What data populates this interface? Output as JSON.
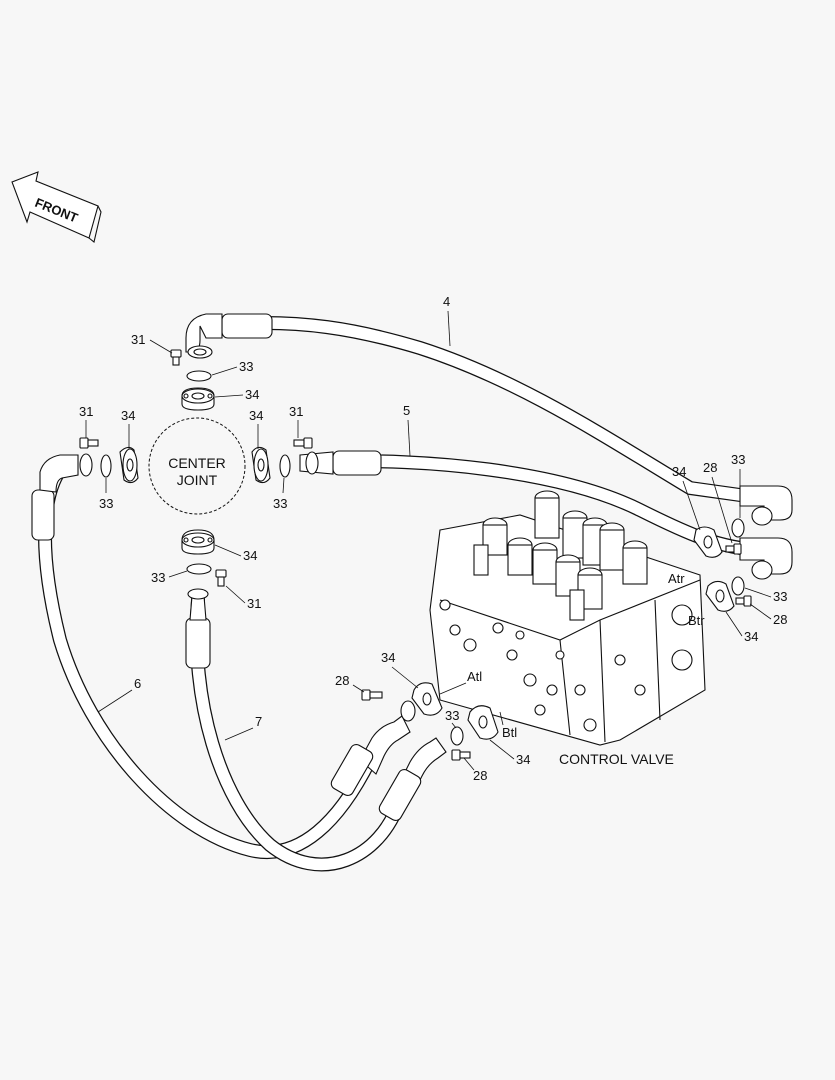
{
  "front_arrow": {
    "label": "FRONT"
  },
  "center_joint": {
    "line1": "CENTER",
    "line2": "JOINT"
  },
  "control_valve": {
    "label": "CONTROL VALVE"
  },
  "hoses": {
    "h4": "4",
    "h5": "5",
    "h6": "6",
    "h7": "7"
  },
  "ports": {
    "atr": "Atr",
    "btr": "Btr",
    "atl": "Atl",
    "btl": "Btl"
  },
  "part_numbers": {
    "bolt_top": "31",
    "oring_top": "33",
    "flange_top": "34",
    "bolt_left": "31",
    "flange_left": "34",
    "oring_left": "33",
    "flange_right": "34",
    "bolt_right": "31",
    "oring_right": "33",
    "flange_lower": "34",
    "oring_lower": "33",
    "bolt_lower": "31",
    "flange_atr": "34",
    "bolt_atr": "28",
    "oring_atr": "33",
    "oring_btr": "33",
    "bolt_btr": "28",
    "flange_btr": "34",
    "flange_atl": "34",
    "bolt_atl": "28",
    "oring_btl": "33",
    "flange_btl": "34",
    "bolt_btl": "28"
  }
}
